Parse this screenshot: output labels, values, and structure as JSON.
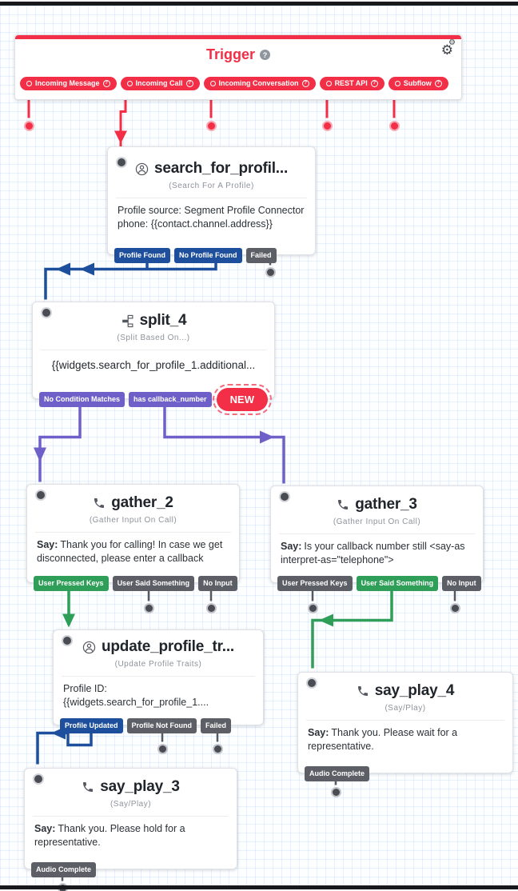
{
  "ui": {
    "help_glyph": "?",
    "gear_glyph": "⚙"
  },
  "colors": {
    "brand_red": "#f22f46",
    "transition_navy": "#1d4f9c",
    "transition_green": "#2f9e58",
    "transition_purple": "#6f5fc8",
    "transition_gray": "#5c5f66"
  },
  "trigger": {
    "title": "Trigger",
    "pills": [
      "Incoming Message",
      "Incoming Call",
      "Incoming Conversation",
      "REST API",
      "Subflow"
    ]
  },
  "widgets": {
    "search": {
      "title": "search_for_profil...",
      "type": "(Search For A Profile)",
      "body_line1": "Profile source: Segment Profile Connector",
      "body_line2": "phone: {{contact.channel.address}}",
      "transitions": [
        "Profile Found",
        "No Profile Found",
        "Failed"
      ]
    },
    "split": {
      "title": "split_4",
      "type": "(Split Based On...)",
      "body": "{{widgets.search_for_profile_1.additional...",
      "transitions": [
        "No Condition Matches",
        "has callback_number"
      ],
      "new_badge": "NEW"
    },
    "gather2": {
      "title": "gather_2",
      "type": "(Gather Input On Call)",
      "say_prefix": "Say:",
      "say_text": "Thank you for calling! In case we get disconnected, please enter a callback",
      "transitions": [
        "User Pressed Keys",
        "User Said Something",
        "No Input"
      ]
    },
    "gather3": {
      "title": "gather_3",
      "type": "(Gather Input On Call)",
      "say_prefix": "Say:",
      "say_text": "Is your callback number still <say-as interpret-as=\"telephone\">",
      "transitions": [
        "User Pressed Keys",
        "User Said Something",
        "No Input"
      ]
    },
    "update": {
      "title": "update_profile_tr...",
      "type": "(Update Profile Traits)",
      "body": "Profile ID: {{widgets.search_for_profile_1....",
      "transitions": [
        "Profile Updated",
        "Profile Not Found",
        "Failed"
      ]
    },
    "sayplay4": {
      "title": "say_play_4",
      "type": "(Say/Play)",
      "say_prefix": "Say:",
      "say_text": "Thank you. Please wait for a representative.",
      "transitions": [
        "Audio Complete"
      ]
    },
    "sayplay3": {
      "title": "say_play_3",
      "type": "(Say/Play)",
      "say_prefix": "Say:",
      "say_text": "Thank you. Please hold for a representative.",
      "transitions": [
        "Audio Complete"
      ]
    }
  }
}
